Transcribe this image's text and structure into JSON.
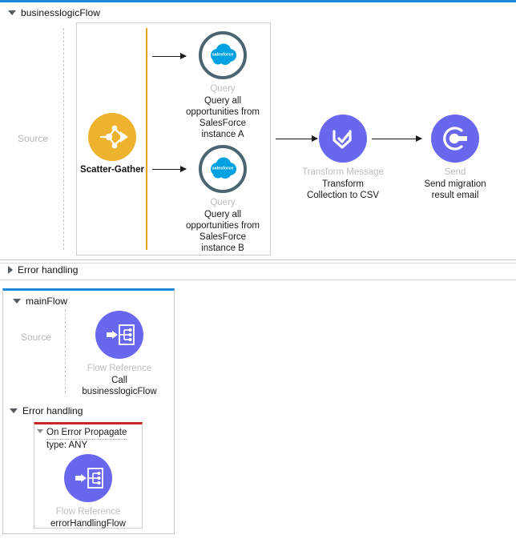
{
  "flows": [
    {
      "id": "businesslogicFlow",
      "title": "businesslogicFlow",
      "expanded": true,
      "source_label": "Source",
      "sections": [
        {
          "label": "Error handling",
          "expanded": false
        }
      ],
      "nodes": [
        {
          "key": "scatter-gather",
          "type_label": "",
          "name": "Scatter-Gather",
          "icon": "scatter-gather-icon",
          "color": "#edb32e"
        },
        {
          "key": "query-a",
          "type_label": "Query",
          "name": "Query all\nopportunities from\nSalesForce\ninstance A",
          "icon": "salesforce-cloud-icon",
          "color": "#4a6472"
        },
        {
          "key": "query-b",
          "type_label": "Query",
          "name": "Query all\nopportunities from\nSalesForce\ninstance B",
          "icon": "salesforce-cloud-icon",
          "color": "#4a6472"
        },
        {
          "key": "transform-message",
          "type_label": "Transform Message",
          "name": "Transform\nCollection to CSV",
          "icon": "transform-message-icon",
          "color": "#6a67ef"
        },
        {
          "key": "send",
          "type_label": "Send",
          "name": "Send migration\nresult email",
          "icon": "send-email-icon",
          "color": "#6a67ef"
        }
      ]
    },
    {
      "id": "mainFlow",
      "title": "mainFlow",
      "expanded": true,
      "source_label": "Source",
      "sections": [
        {
          "label": "Error handling",
          "expanded": true
        }
      ],
      "nodes": [
        {
          "key": "flow-ref-businesslogic",
          "type_label": "Flow Reference",
          "name": "Call\nbusinesslogicFlow",
          "icon": "flow-reference-icon",
          "color": "#6a67ef"
        },
        {
          "key": "flow-ref-errorhandling",
          "type_label": "Flow Reference",
          "name": "errorHandlingFlow",
          "icon": "flow-reference-icon",
          "color": "#6a67ef"
        }
      ],
      "error_handler": {
        "title": "On Error Propagate",
        "subtitle": "type: ANY",
        "expanded": true,
        "accent": "#c62828"
      }
    }
  ],
  "colors": {
    "flow_accent": "#1e8ad6",
    "scatter_gather": "#edb32e",
    "connector_purple": "#6a67ef",
    "salesforce_blue": "#00a1e0",
    "query_ring": "#4a6472",
    "error_accent": "#c62828",
    "muted_text": "#bdbdbd"
  }
}
